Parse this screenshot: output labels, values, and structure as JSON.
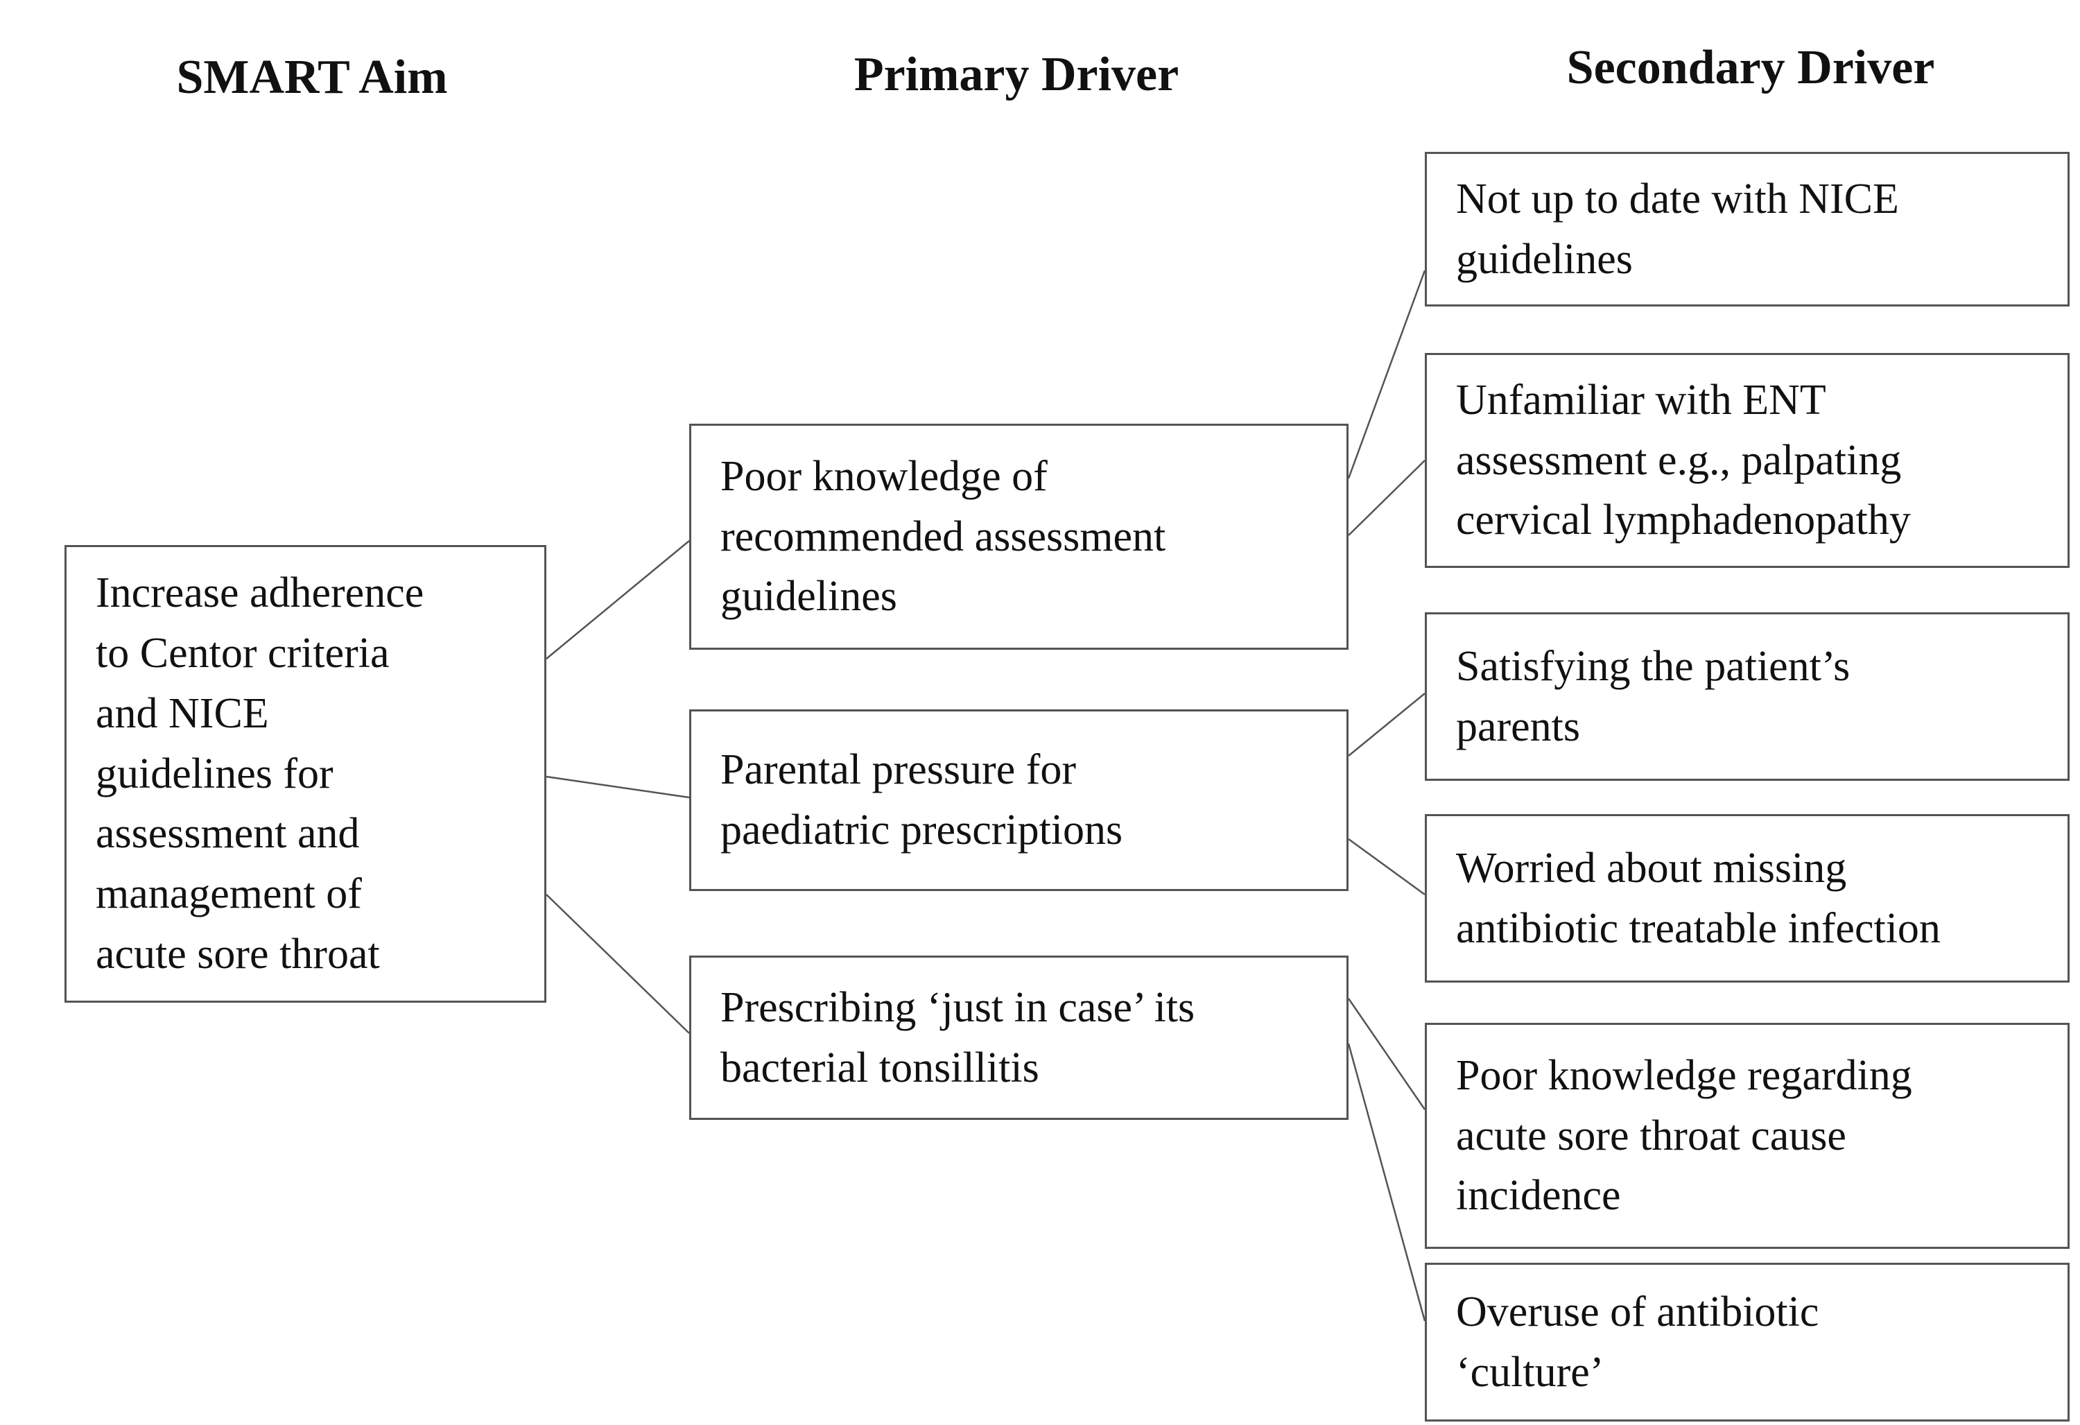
{
  "diagram": {
    "type": "driver-diagram",
    "columns": [
      {
        "id": "aim-column",
        "label": "SMART Aim"
      },
      {
        "id": "primary-column",
        "label": "Primary Driver"
      },
      {
        "id": "secondary-column",
        "label": "Secondary Driver"
      }
    ],
    "aim": {
      "id": "aim",
      "text": "Increase adherence\nto Centor criteria\nand NICE\nguidelines for\nassessment and\nmanagement of\nacute sore throat"
    },
    "primary_drivers": [
      {
        "id": "primary-1",
        "text": "Poor knowledge of\nrecommended assessment\nguidelines"
      },
      {
        "id": "primary-2",
        "text": "Parental pressure for\npaediatric prescriptions"
      },
      {
        "id": "primary-3",
        "text": "Prescribing ‘just in case’ its\nbacterial tonsillitis"
      }
    ],
    "secondary_drivers": [
      {
        "id": "secondary-1",
        "text": "Not up to date with NICE\nguidelines"
      },
      {
        "id": "secondary-2",
        "text": "Unfamiliar with ENT\nassessment e.g., palpating\ncervical lymphadenopathy"
      },
      {
        "id": "secondary-3",
        "text": "Satisfying the patient’s\nparents"
      },
      {
        "id": "secondary-4",
        "text": "Worried about missing\nantibiotic treatable infection"
      },
      {
        "id": "secondary-5",
        "text": "Poor knowledge regarding\nacute sore throat cause\nincidence"
      },
      {
        "id": "secondary-6",
        "text": "Overuse of antibiotic\n‘culture’"
      }
    ],
    "edges": [
      {
        "from": "aim",
        "to": "primary-1"
      },
      {
        "from": "aim",
        "to": "primary-2"
      },
      {
        "from": "aim",
        "to": "primary-3"
      },
      {
        "from": "primary-1",
        "to": "secondary-1"
      },
      {
        "from": "primary-1",
        "to": "secondary-2"
      },
      {
        "from": "primary-2",
        "to": "secondary-3"
      },
      {
        "from": "primary-2",
        "to": "secondary-4"
      },
      {
        "from": "primary-3",
        "to": "secondary-5"
      },
      {
        "from": "primary-3",
        "to": "secondary-6"
      }
    ],
    "colors": {
      "background": "#ffffff",
      "box_border": "#545454",
      "connector_line": "#545454",
      "text": "#111111"
    }
  }
}
